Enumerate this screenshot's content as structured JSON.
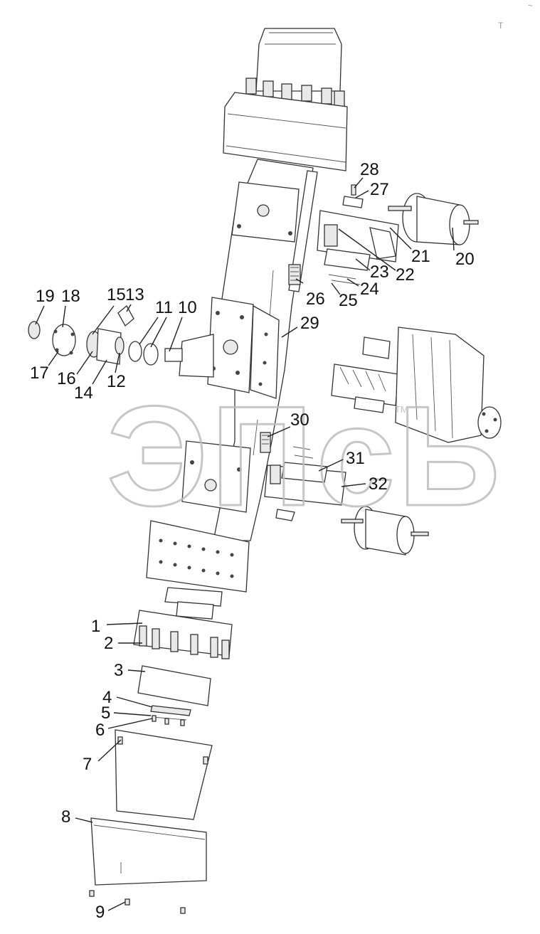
{
  "watermark": {
    "text": "ЭПсЬ",
    "tm": "TM"
  },
  "corner_marks": [
    "T",
    "~"
  ],
  "callouts": [
    {
      "id": "label-1",
      "text": "1"
    },
    {
      "id": "label-2",
      "text": "2"
    },
    {
      "id": "label-3",
      "text": "3"
    },
    {
      "id": "label-4",
      "text": "4"
    },
    {
      "id": "label-5",
      "text": "5"
    },
    {
      "id": "label-6",
      "text": "6"
    },
    {
      "id": "label-7",
      "text": "7"
    },
    {
      "id": "label-8",
      "text": "8"
    },
    {
      "id": "label-9",
      "text": "9"
    },
    {
      "id": "label-10",
      "text": "10"
    },
    {
      "id": "label-11",
      "text": "11"
    },
    {
      "id": "label-12",
      "text": "12"
    },
    {
      "id": "label-13",
      "text": "13"
    },
    {
      "id": "label-14",
      "text": "14"
    },
    {
      "id": "label-15",
      "text": "15"
    },
    {
      "id": "label-16",
      "text": "16"
    },
    {
      "id": "label-17",
      "text": "17"
    },
    {
      "id": "label-18",
      "text": "18"
    },
    {
      "id": "label-19",
      "text": "19"
    },
    {
      "id": "label-20",
      "text": "20"
    },
    {
      "id": "label-21",
      "text": "21"
    },
    {
      "id": "label-22",
      "text": "22"
    },
    {
      "id": "label-23",
      "text": "23"
    },
    {
      "id": "label-24",
      "text": "24"
    },
    {
      "id": "label-25",
      "text": "25"
    },
    {
      "id": "label-26",
      "text": "26"
    },
    {
      "id": "label-27",
      "text": "27"
    },
    {
      "id": "label-28",
      "text": "28"
    },
    {
      "id": "label-29",
      "text": "29"
    },
    {
      "id": "label-30",
      "text": "30"
    },
    {
      "id": "label-31",
      "text": "31"
    },
    {
      "id": "label-32",
      "text": "32"
    }
  ]
}
